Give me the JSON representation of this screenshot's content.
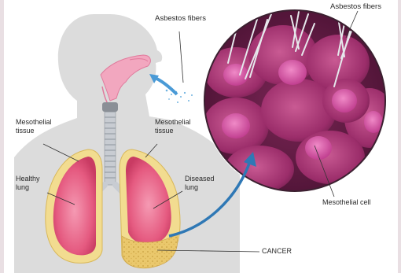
{
  "labels": {
    "asbestos_left": "Asbestos fibers",
    "asbestos_right": "Asbestos fibers",
    "mesothelial_tissue_left": "Mesothelial\ntissue",
    "mesothelial_tissue_right": "Mesothelial\ntissue",
    "healthy_lung": "Healthy\nlung",
    "diseased_lung": "Diseased\nlung",
    "mesothelial_cell": "Mesothelial cell",
    "cancer": "CANCER"
  },
  "colors": {
    "head_silhouette": "#d9d9d9",
    "lung_pink": "#e8557a",
    "lung_border": "#f3d98a",
    "trachea": "#c9ccd1",
    "cell_purple": "#a3306f",
    "nucleus": "#d24fa0",
    "tumor": "#e6c66a",
    "arrow_blue": "#2f78b5"
  }
}
